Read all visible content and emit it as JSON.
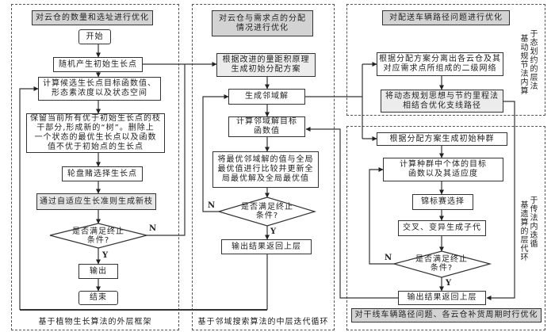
{
  "outer_layer": {
    "caption": "基于植物生长算法的外层框架",
    "title": "对云仓的数量和选址进行优化",
    "start": "开始",
    "init": "随机产生初始生长点",
    "compute": [
      "计算候选生长点目标函数值、",
      "形态素浓度以及状态空间"
    ],
    "retain": [
      "保留当前所有优于初始生长点的枝",
      "干部分,形成新的“树”。删除上",
      "一个状态的最优生长点以及函数",
      "值不优于初始点的生长点"
    ],
    "roulette": "轮盘赌选择生长点",
    "new_branch": "通过自适应生长准则生成新枝",
    "decision": [
      "是否满足终止",
      "条件?"
    ],
    "yes": "Y",
    "no": "N",
    "output": "输出",
    "end": "结束"
  },
  "middle_layer": {
    "caption": "基于邻域搜索算法的中层迭代循环",
    "title": [
      "对云仓与需求点的分配",
      "情况进行优化"
    ],
    "init_plan": [
      "根据改进的量距积原理",
      "生成初始分配方案"
    ],
    "neighbor": "生成邻域解",
    "evaluate": [
      "计算邻域解目标",
      "函数值"
    ],
    "compare": [
      "将最优邻域解的值与全局",
      "最优值进行比较并更新全",
      "局最优解及全局最优值"
    ],
    "decision": [
      "是否满足终止",
      "条件?"
    ],
    "yes": "Y",
    "no": "N",
    "output": "输出结果返回上层"
  },
  "inner_dp": {
    "side_label": "基于动态规划节约法的内层算法",
    "title": "对配送车辆路径问题进行优化",
    "separate": [
      "根据分配方案分离出各云仓及其",
      "对应需求点所组成的二级网络"
    ],
    "dp_optimize": [
      "将动态规划思想与节约里程法",
      "相结合优化支线路径"
    ]
  },
  "inner_ga": {
    "side_label": "基于遗传算法的内层迭代循环",
    "init_population": "根据分配方案生成初始种群",
    "fitness": [
      "计算种群中个体的目标",
      "函数以及其适应度"
    ],
    "tournament": "锦标赛选择",
    "crossover": "交叉、变异生成子代",
    "decision": [
      "是否满足终止",
      "条件?"
    ],
    "yes": "Y",
    "no": "N",
    "output": "输出结果返回上层",
    "bottom_title": "对干线车辆路径问题、各云仓补货周期时行优化"
  },
  "colors": {
    "title_fill": "#d3d3d3",
    "light_fill": "#ececec",
    "stroke": "#333333"
  }
}
